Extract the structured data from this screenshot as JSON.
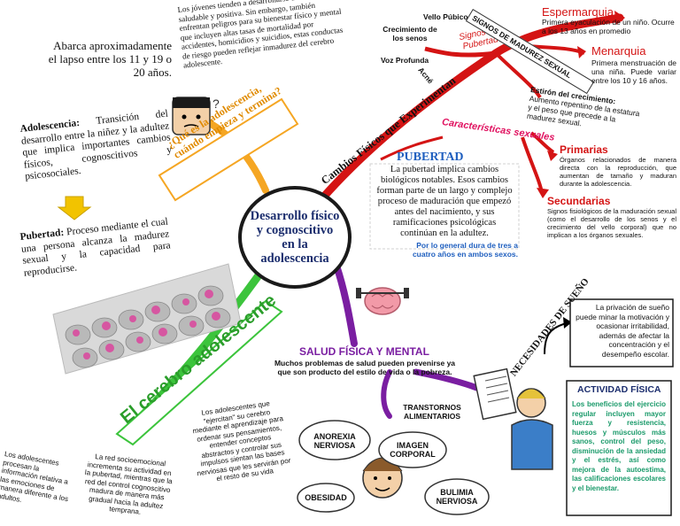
{
  "center": {
    "title": "Desarrollo físico y cognoscitivo en la adolescencia"
  },
  "left": {
    "lapse": "Abarca aproximadamente el lapso entre los 11 y 19 o 20 años.",
    "youth": "Los jóvenes tienden a desarrollarse de una manera saludable y positiva. Sin embargo, también enfrentan peligros para su bienestar físico y mental que incluyen altas tasas de mortalidad por accidentes, homicidios y suicidios, estas conductas de riesgo pueden reflejar inmadurez del cerebro adolescente.",
    "question": "¿Qué es la adolescencia, cuándo empieza y termina?",
    "adolescence_term": "Adolescencia:",
    "adolescence_def": " Transición del desarrollo entre la niñez y la adultez que implica importantes cambios físicos, cognoscitivos y psicosociales.",
    "puberty_term": "Pubertad:",
    "puberty_def": " Proceso mediante el cual una persona alcanza la madurez sexual y la capacidad para reproducirse."
  },
  "brain": {
    "title": "El cerebro adolescente",
    "t1": "Los adolescentes procesan la información relativa a las emociones de manera diferente a los adultos.",
    "t2": "La red socioemocional incrementa su actividad en la pubertad, mientras que la red del control cognoscitivo madura de manera más gradual hacia la adultez temprana.",
    "t3": "Los adolescentes que \"ejercitan\" su cerebro mediante el aprendizaje para ordenar sus pensamientos, entender conceptos abstractos y controlar sus impulsos sientan las bases nerviosas que les servirán por el resto de su vida"
  },
  "pubertad": {
    "branch": "Cambios Físicos que Experimentan",
    "title": "PUBERTAD",
    "text": "La pubertad implica cambios biológicos notables. Esos cambios forman parte de un largo y complejo proceso de maduración que empezó antes del nacimiento, y sus ramificaciones psicológicas continúan en la adultez.",
    "note": "Por lo general dura de tres a cuatro años en ambos sexos.",
    "signs_label": "Signos de Pubertad",
    "signs": [
      "Vello Púbico",
      "Crecimiento de los senos",
      "Voz Profunda",
      "Acné"
    ],
    "maturity_banner": "SIGNOS DE MADUREZ SEXUAL",
    "espermarquia": "Espermarquia",
    "espermarquia_text": "Primera eyaculación de un niño. Ocurre a los 13 años en promedio",
    "menarquia": "Menarquia",
    "menarquia_text": "Primera menstruación de una niña. Puede variar entre los 10 y 16 años.",
    "estiron_term": "Estirón del crecimiento:",
    "estiron_text": " Aumento repentino de la estatura y el peso que precede a la madurez sexual.",
    "characteristics": "Características sexuales",
    "primarias": "Primarias",
    "primarias_text": "Órganos relacionados de manera directa con la reproducción, que aumentan de tamaño y maduran durante la adolescencia.",
    "secundarias": "Secundarias",
    "secundarias_text": "Signos fisiológicos de la maduración sexual (como el desarrollo de los senos y el crecimiento del vello corporal) que no implican a los órganos sexuales."
  },
  "salud": {
    "title": "SALUD FÍSICA Y MENTAL",
    "text": "Muchos problemas de salud pueden prevenirse ya que son producto del estilo de vida o la pobreza.",
    "trastornos": "TRANSTORNOS ALIMENTARIOS",
    "anorexia": "ANOREXIA NERVIOSA",
    "imagen": "IMAGEN CORPORAL",
    "bulimia": "BULIMIA NERVIOSA",
    "obesidad": "OBESIDAD",
    "sleep_title": "NECESIDADES DE SUEÑO",
    "sleep_text": "La privación de sueño puede minar la motivación y ocasionar irritabilidad, además de afectar la concentración y el desempeño escolar.",
    "activity_title": "ACTIVIDAD FÍSICA",
    "activity_text": "Los beneficios del ejercicio regular incluyen mayor fuerza y resistencia, huesos y músculos más sanos, control del peso, disminución de la ansiedad y el estrés, así como mejora de la autoestima, las calificaciones escolares y el bienestar."
  },
  "colors": {
    "red": "#d41414",
    "orange": "#f5a623",
    "green": "#3cc43c",
    "purple": "#7a1ea1",
    "blue": "#1f5fbf"
  }
}
